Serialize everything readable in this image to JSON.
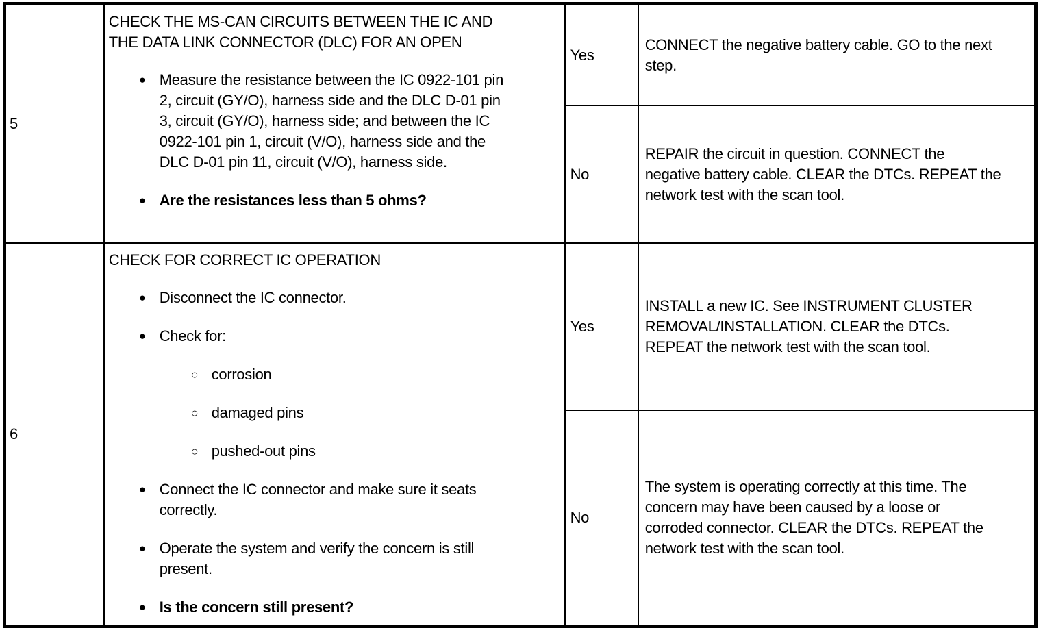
{
  "icons": {
    "bullet": "●",
    "sub_bullet": "○"
  },
  "table": {
    "rows": [
      {
        "step": "5",
        "title": "CHECK THE MS-CAN CIRCUITS BETWEEN THE IC AND THE DATA LINK CONNECTOR (DLC) FOR AN OPEN",
        "bullets": [
          {
            "level": 1,
            "bold": false,
            "text": "Measure the resistance between the IC 0922-101 pin 2, circuit (GY/O), harness side and the DLC D-01 pin 3, circuit (GY/O), harness side; and between the IC 0922-101 pin 1, circuit (V/O), harness side and the DLC D-01 pin 11, circuit (V/O), harness side."
          },
          {
            "level": 1,
            "bold": true,
            "text": "Are the resistances less than 5 ohms?"
          }
        ],
        "answers": [
          {
            "label": "Yes",
            "result": "CONNECT the negative battery cable. GO to the next step."
          },
          {
            "label": "No",
            "result": "REPAIR the circuit in question. CONNECT the negative battery cable. CLEAR the DTCs. REPEAT the network test with the scan tool."
          }
        ]
      },
      {
        "step": "6",
        "title": "CHECK FOR CORRECT IC OPERATION",
        "bullets": [
          {
            "level": 1,
            "bold": false,
            "text": "Disconnect the IC connector."
          },
          {
            "level": 1,
            "bold": false,
            "text": "Check for:"
          },
          {
            "level": 2,
            "bold": false,
            "text": "corrosion"
          },
          {
            "level": 2,
            "bold": false,
            "text": "damaged pins"
          },
          {
            "level": 2,
            "bold": false,
            "text": "pushed-out pins"
          },
          {
            "level": 1,
            "bold": false,
            "text": "Connect the IC connector and make sure it seats correctly."
          },
          {
            "level": 1,
            "bold": false,
            "text": "Operate the system and verify the concern is still present."
          },
          {
            "level": 1,
            "bold": true,
            "text": "Is the concern still present?"
          }
        ],
        "answers": [
          {
            "label": "Yes",
            "result": "INSTALL a new IC. See INSTRUMENT CLUSTER REMOVAL/INSTALLATION. CLEAR the DTCs. REPEAT the network test with the scan tool."
          },
          {
            "label": "No",
            "result": "The system is operating correctly at this time. The concern may have been caused by a loose or corroded connector. CLEAR the DTCs. REPEAT the network test with the scan tool."
          }
        ]
      }
    ]
  }
}
